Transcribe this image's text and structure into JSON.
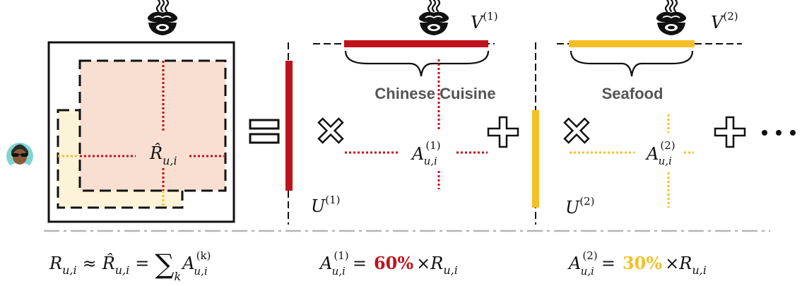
{
  "diagram": {
    "colors": {
      "red": "#c0121d",
      "yellow": "#f6bf26",
      "pink_fill": "#f9dfd2",
      "cream_fill": "#fdf3d8",
      "divider": "#b5b5b5",
      "label_gray": "#555555"
    },
    "icons": [
      "user-avatar-icon",
      "food-bowl-icon"
    ],
    "matrix": {
      "r_hat": "R̂",
      "subscript": "u,i"
    },
    "operators": {
      "equals": "=",
      "times": "×",
      "plus": "+",
      "ellipsis": "• • •"
    },
    "factor1": {
      "u_label": "U",
      "u_sup": "(1)",
      "v_label": "V",
      "v_sup": "(1)",
      "a_label": "A",
      "a_sup": "(1)",
      "a_sub": "u,i",
      "category": "Chinese Cuisine"
    },
    "factor2": {
      "u_label": "U",
      "u_sup": "(2)",
      "v_label": "V",
      "v_sup": "(2)",
      "a_label": "A",
      "a_sup": "(2)",
      "a_sub": "u,i",
      "category": "Seafood"
    },
    "formulas": {
      "main": {
        "r": "R",
        "sub": "u,i",
        "approx": "≈",
        "r_hat": "R̂",
        "eq": "=",
        "sum": "∑",
        "sum_sub": "k",
        "a": "A",
        "a_sup": "(k)",
        "a_sub": "u,i"
      },
      "f1": {
        "a": "A",
        "a_sup": "(1)",
        "a_sub": "u,i",
        "eq": "=",
        "pct": "60%",
        "times": "×",
        "r": "R",
        "r_sub": "u,i"
      },
      "f2": {
        "a": "A",
        "a_sup": "(2)",
        "a_sub": "u,i",
        "eq": "=",
        "pct": "30%",
        "times": "×",
        "r": "R",
        "r_sub": "u,i"
      }
    }
  }
}
